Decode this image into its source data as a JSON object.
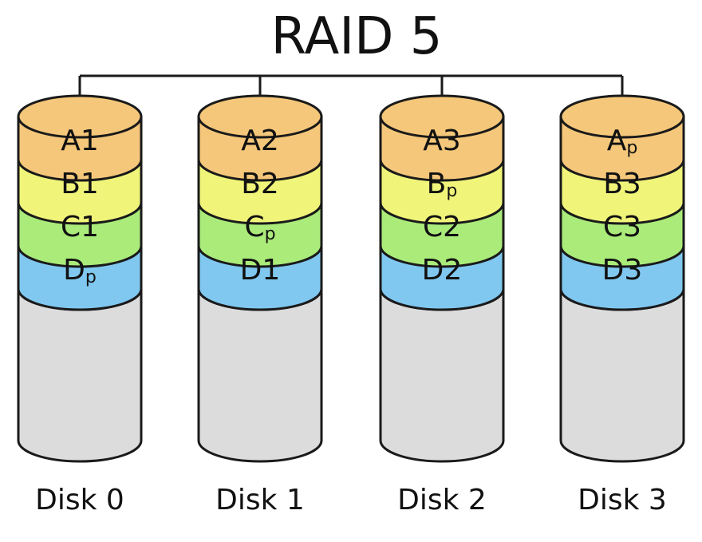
{
  "diagram": {
    "title": "RAID 5",
    "colors": {
      "A": "#f5c77a",
      "B": "#f0f57a",
      "C": "#aaeb7a",
      "D": "#80c8f0",
      "empty": "#dcdcdc",
      "stroke": "#1a1a1a"
    },
    "disks": [
      {
        "label": "Disk 0",
        "blocks": [
          {
            "row": "A",
            "main": "A",
            "sub": "1"
          },
          {
            "row": "B",
            "main": "B",
            "sub": "1"
          },
          {
            "row": "C",
            "main": "C",
            "sub": "1"
          },
          {
            "row": "D",
            "main": "D",
            "sub": "p"
          }
        ]
      },
      {
        "label": "Disk 1",
        "blocks": [
          {
            "row": "A",
            "main": "A",
            "sub": "2"
          },
          {
            "row": "B",
            "main": "B",
            "sub": "2"
          },
          {
            "row": "C",
            "main": "C",
            "sub": "p"
          },
          {
            "row": "D",
            "main": "D",
            "sub": "1"
          }
        ]
      },
      {
        "label": "Disk 2",
        "blocks": [
          {
            "row": "A",
            "main": "A",
            "sub": "3"
          },
          {
            "row": "B",
            "main": "B",
            "sub": "p"
          },
          {
            "row": "C",
            "main": "C",
            "sub": "2"
          },
          {
            "row": "D",
            "main": "D",
            "sub": "2"
          }
        ]
      },
      {
        "label": "Disk 3",
        "blocks": [
          {
            "row": "A",
            "main": "A",
            "sub": "p"
          },
          {
            "row": "B",
            "main": "B",
            "sub": "3"
          },
          {
            "row": "C",
            "main": "C",
            "sub": "3"
          },
          {
            "row": "D",
            "main": "D",
            "sub": "3"
          }
        ]
      }
    ]
  }
}
